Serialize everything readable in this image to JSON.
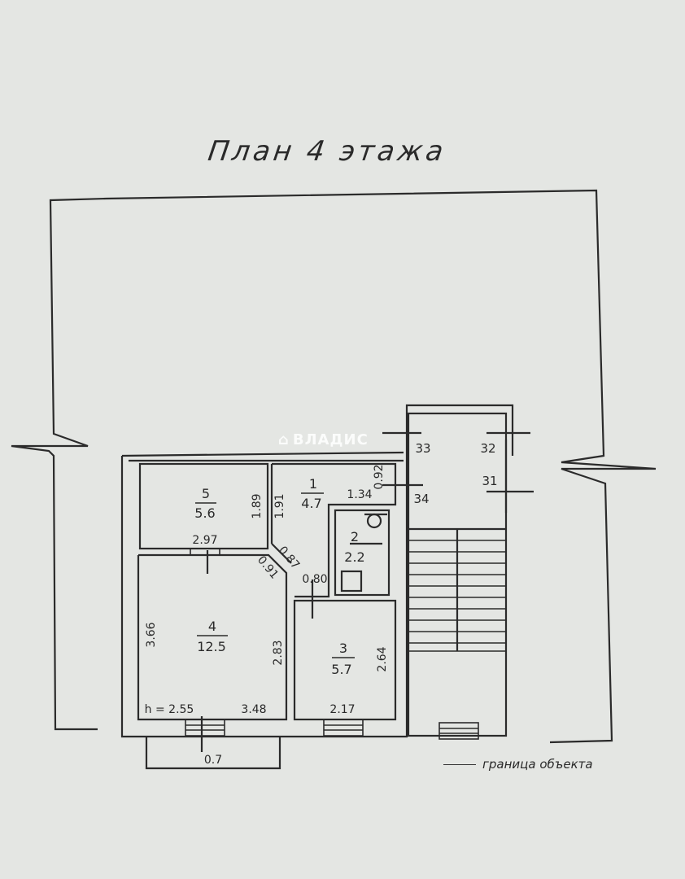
{
  "title": "План 4 этажа",
  "legend": "граница объекта",
  "watermark": "ВЛАДИС",
  "rooms": [
    {
      "number": "1",
      "area": "4.7"
    },
    {
      "number": "2",
      "area": "2.2"
    },
    {
      "number": "3",
      "area": "5.7"
    },
    {
      "number": "4",
      "area": "12.5"
    },
    {
      "number": "5",
      "area": "5.6"
    }
  ],
  "dimensions": {
    "room5_width": "2.97",
    "room5_height": "1.89",
    "room1_height": "1.91",
    "room1_width": "1.34",
    "room1_small": "0.92",
    "diag_a": "0.87",
    "diag_b": "0.91",
    "bath_width": "0.80",
    "room4_height": "3.66",
    "room4_inner": "2.83",
    "room4_width": "3.48",
    "ceiling_height": "h = 2.55",
    "room3_height": "2.64",
    "room3_width": "2.17",
    "balcony": "0.7"
  },
  "neighbors": {
    "n33": "33",
    "n32": "32",
    "n31": "31",
    "n34": "34"
  },
  "colors": {
    "paper": "#e4e6e3",
    "ink": "#2a2a2a"
  }
}
